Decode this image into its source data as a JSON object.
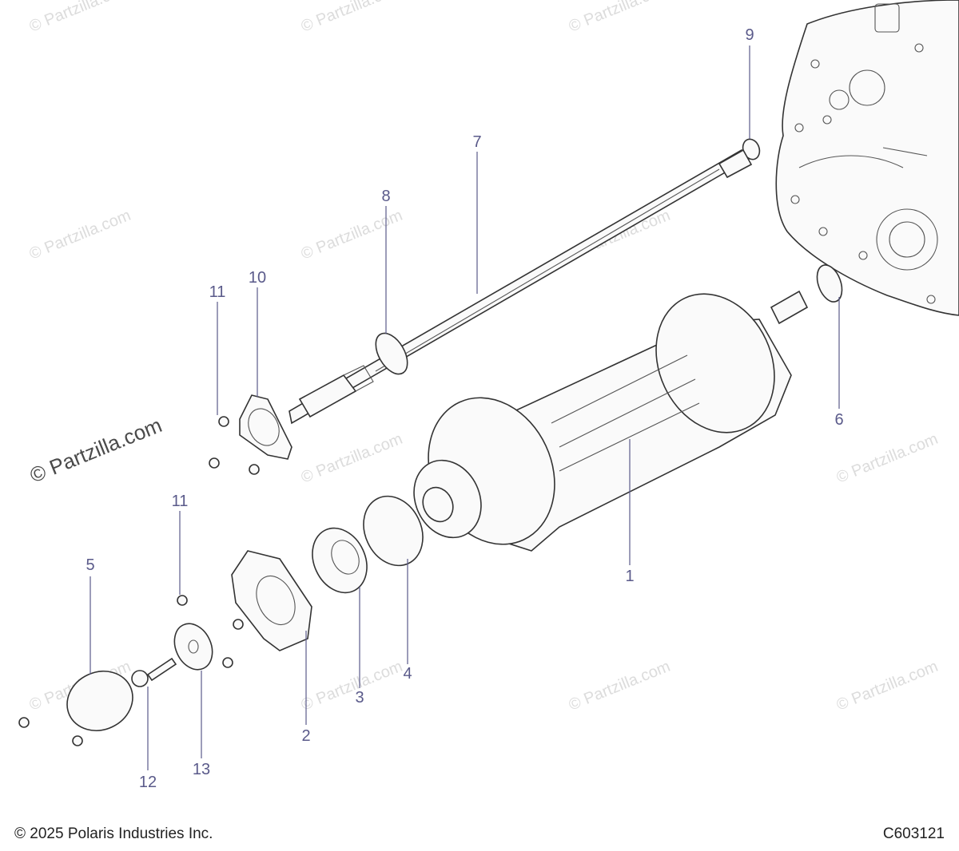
{
  "watermark": {
    "text": "© Partzilla.com"
  },
  "callouts": {
    "c1": "1",
    "c2": "2",
    "c3": "3",
    "c4": "4",
    "c5": "5",
    "c6": "6",
    "c7": "7",
    "c8": "8",
    "c9": "9",
    "c10": "10",
    "c11a": "11",
    "c11b": "11",
    "c12": "12",
    "c13": "13"
  },
  "footer": {
    "copyright": "© 2025 Polaris Industries Inc.",
    "diagram_code": "C603121"
  }
}
